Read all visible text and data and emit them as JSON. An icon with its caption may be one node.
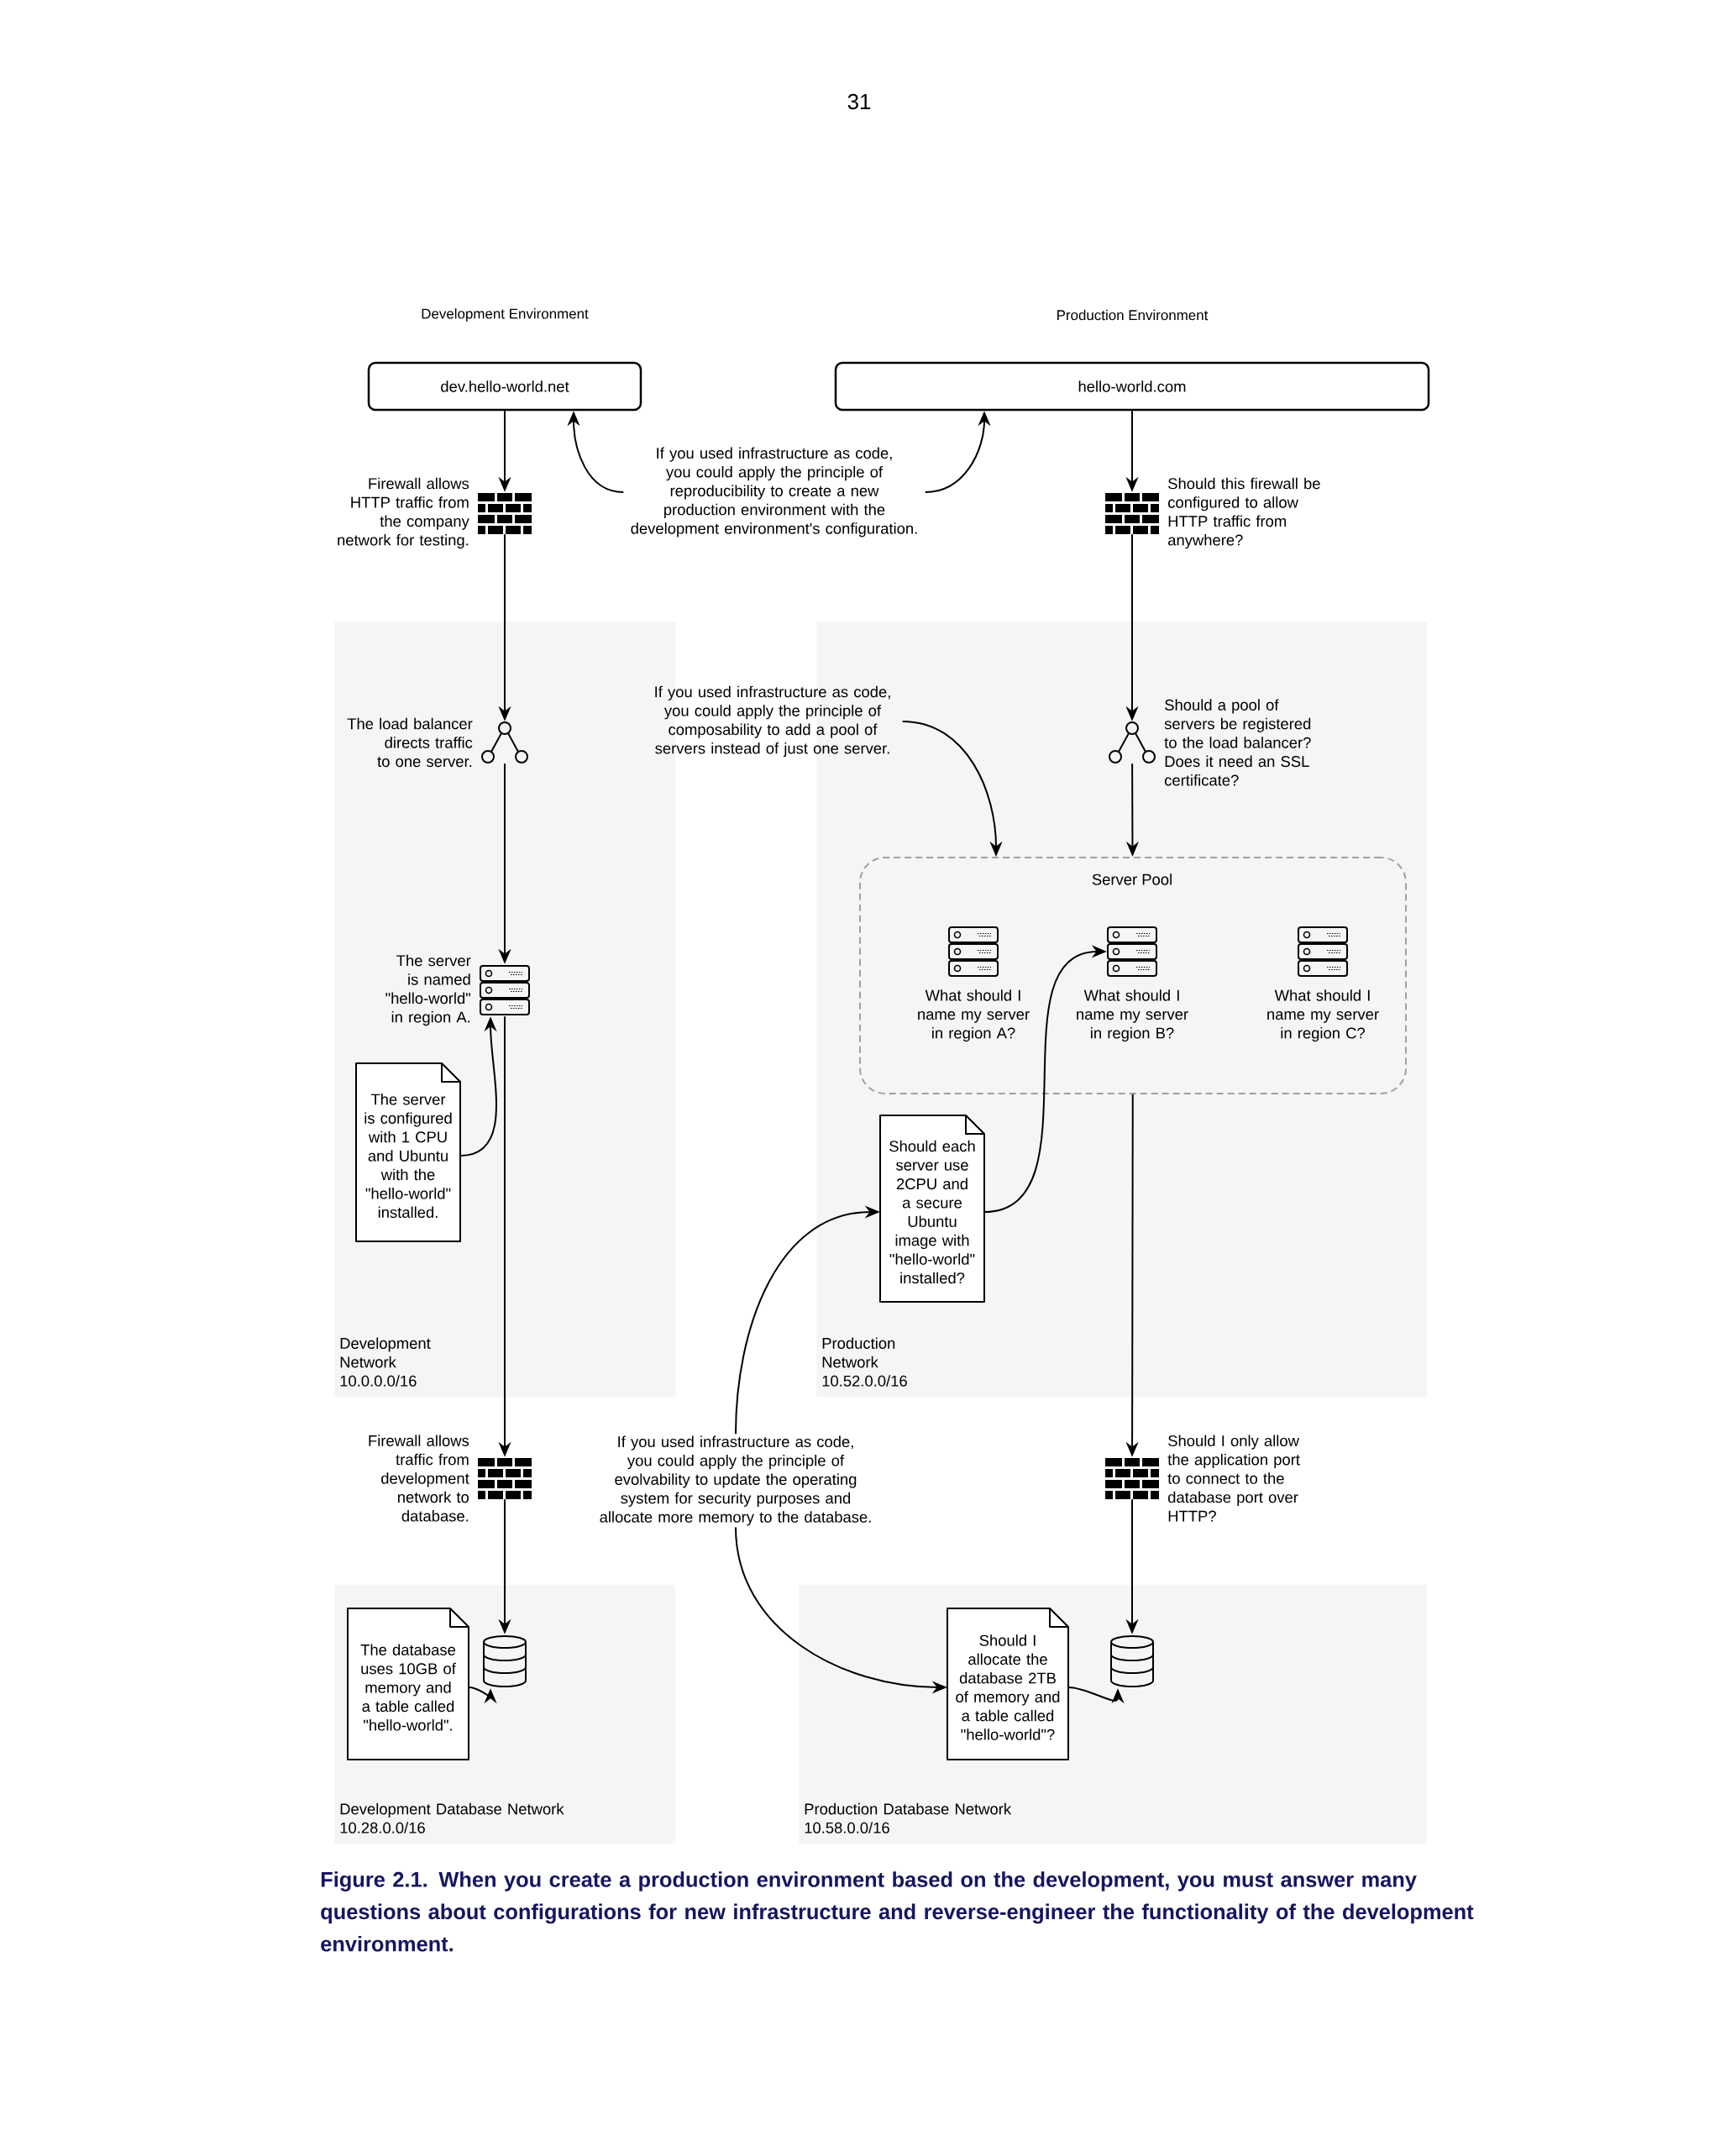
{
  "diagram": {
    "caption": "Figure 2.1. When you create a production environment based on the development, you must answer many questions about configurations for new infrastructure and reverse-engineer the functionality of the development environment.",
    "nodes": [
      {
        "text": [
          "dev.hello-world.net"
        ]
      },
      {
        "text": [
          "hello-world.com"
        ]
      },
      {
        "text": [
          "If you used infrastructure as code, you could apply the principle of reproducibility to create a new production environment with the development environment's configuration."
        ]
      },
      {
        "text": [],
        "shape": "wall",
        "beside": [
          "Firewall allows HTTP traffic from the company network for testing."
        ]
      },
      {
        "text": [],
        "shape": "wall",
        "beside": [
          "Should this firewall be configured to allow HTTP traffic from anywhere?"
        ]
      },
      {
        "text": [
          "Development Network",
          "10.0.0.0/16"
        ]
      },
      {
        "text": [],
        "shape": "network",
        "in": 5,
        "beside": [
          "The load balancer directs traffic to one server."
        ]
      },
      {
        "text": [],
        "shape": "server",
        "in": 5,
        "beside": [
          "The server is named \"hello-world\" in region A."
        ]
      },
      {
        "text": [
          "The server is configured with 1 CPU and Ubuntu with the \"hello-world\" installed."
        ],
        "in": 5
      },
      {
        "text": [
          "Production Network",
          "10.52.0.0/16"
        ]
      },
      {
        "text": [
          "If you used infrastructure as code, you could apply the principle of composability to add a pool of servers instead of just one server."
        ]
      },
      {
        "text": [],
        "shape": "network",
        "in": 9,
        "beside": [
          "Should a pool of servers be registered to the load balancer? Does it need an SSL certificate?"
        ]
      },
      {
        "text": [
          "Server Pool"
        ],
        "in": 9
      },
      {
        "text": [],
        "shape": "server",
        "in": 12,
        "beside": [
          "What should I name my server in region A?"
        ]
      },
      {
        "text": [],
        "shape": "server",
        "in": 12,
        "beside": [
          "What should I name my server in region B?"
        ]
      },
      {
        "text": [],
        "shape": "server",
        "in": 12,
        "beside": [
          "What should I name my server in region C?"
        ]
      },
      {
        "text": [
          "Should each server use 2CPU and a secure Ubuntu image with \"hello-world\" installed?"
        ],
        "in": 9
      },
      {
        "text": [],
        "shape": "wall",
        "beside": [
          "Firewall allows traffic from development network to database."
        ]
      },
      {
        "text": [
          "If you used infrastructure as code, you could apply the principle of evolvability to update the operating system for security purposes and allocate more memory to the database."
        ]
      },
      {
        "text": [],
        "shape": "wall",
        "beside": [
          "Should I only allow the application port to connect to the database port over HTTP?"
        ]
      },
      {
        "text": [
          "Development Database Network",
          "10.28.0.0/16"
        ]
      },
      {
        "text": [
          "The database uses 10GB of memory and a table called \"hello-world\"."
        ],
        "in": 20
      },
      {
        "text": [],
        "shape": "cylinder",
        "in": 20
      },
      {
        "text": [
          "Production Database Network",
          "10.58.0.0/16"
        ]
      },
      {
        "text": [
          "Should I allocate the database 2TB of memory and a table called \"hello-world\"?"
        ],
        "in": 23
      },
      {
        "text": [],
        "shape": "cylinder",
        "in": 23
      }
    ],
    "edges": [
      {
        "from": 0,
        "to": 3,
        "arrow": "to"
      },
      {
        "from": 2,
        "to": 0,
        "arrow": "to"
      },
      {
        "from": 2,
        "to": 1,
        "arrow": "to"
      },
      {
        "from": 1,
        "to": 4,
        "arrow": "to"
      },
      {
        "from": 3,
        "to": 6,
        "arrow": "to"
      },
      {
        "from": 4,
        "to": 11,
        "arrow": "to"
      },
      {
        "from": 6,
        "to": 7,
        "arrow": "to"
      },
      {
        "from": 11,
        "to": 12,
        "arrow": "to"
      },
      {
        "from": 10,
        "to": 12,
        "arrow": "to"
      },
      {
        "from": 8,
        "to": 7,
        "arrow": "to"
      },
      {
        "from": 7,
        "to": 17,
        "arrow": "to"
      },
      {
        "from": 16,
        "to": 14,
        "arrow": "to"
      },
      {
        "from": 12,
        "to": 19,
        "arrow": "to"
      },
      {
        "from": 18,
        "to": 16,
        "arrow": "to"
      },
      {
        "from": 18,
        "to": 24,
        "arrow": "to"
      },
      {
        "from": 17,
        "to": 22,
        "arrow": "to"
      },
      {
        "from": 19,
        "to": 25,
        "arrow": "to"
      },
      {
        "from": 21,
        "to": 22,
        "arrow": "to"
      },
      {
        "from": 24,
        "to": 25,
        "arrow": "to"
      }
    ],
    "labels": [
      "31",
      "Development Environment",
      "Production Environment"
    ]
  }
}
